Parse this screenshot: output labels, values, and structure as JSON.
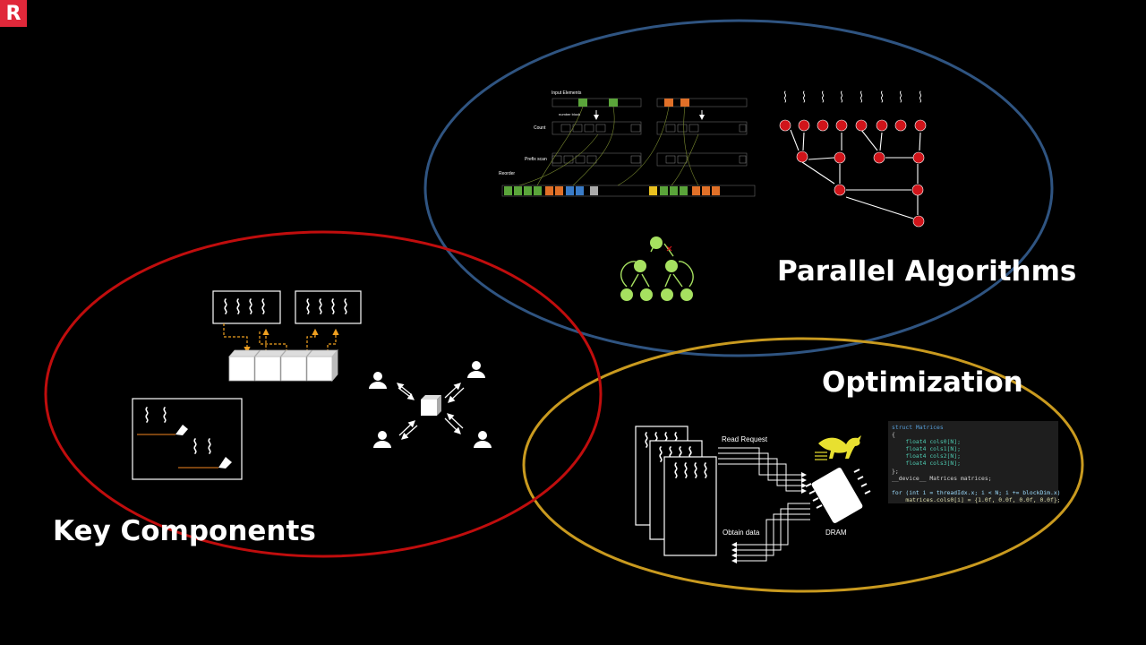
{
  "logo_letter": "R",
  "sections": {
    "parallel_algorithms": "Parallel Algorithms",
    "optimization": "Optimization",
    "key_components": "Key Components"
  },
  "colors": {
    "parallel_algorithms_ring": "#2f5481",
    "optimization_ring": "#c99a1f",
    "key_components_ring": "#c00d0d",
    "logo": "#e0283a"
  },
  "optimization_figure": {
    "read_request": "Read Request",
    "obtain_data": "Obtain data",
    "dram": "DRAM",
    "code_lines": [
      "struct Matrices",
      "{",
      "    float4 cols0[N];",
      "    float4 cols1[N];",
      "    float4 cols2[N];",
      "    float4 cols3[N];",
      "};",
      "__device__ Matrices matrices;",
      "",
      "for (int i = threadIdx.x; i < N; i += blockDim.x)",
      "    matrices.cols0[i] = {1.0f, 0.0f, 0.0f, 0.0f};"
    ]
  },
  "sort_figure": {
    "input_elements": "Input Elements",
    "count": "Count",
    "prefix_scan": "Prefix scan",
    "reorder": "Reorder",
    "number_block": "number block"
  },
  "icons": [
    "thread-icon",
    "cube-icon",
    "user-icon",
    "kangaroo-icon",
    "chip-icon",
    "flag-icon"
  ]
}
